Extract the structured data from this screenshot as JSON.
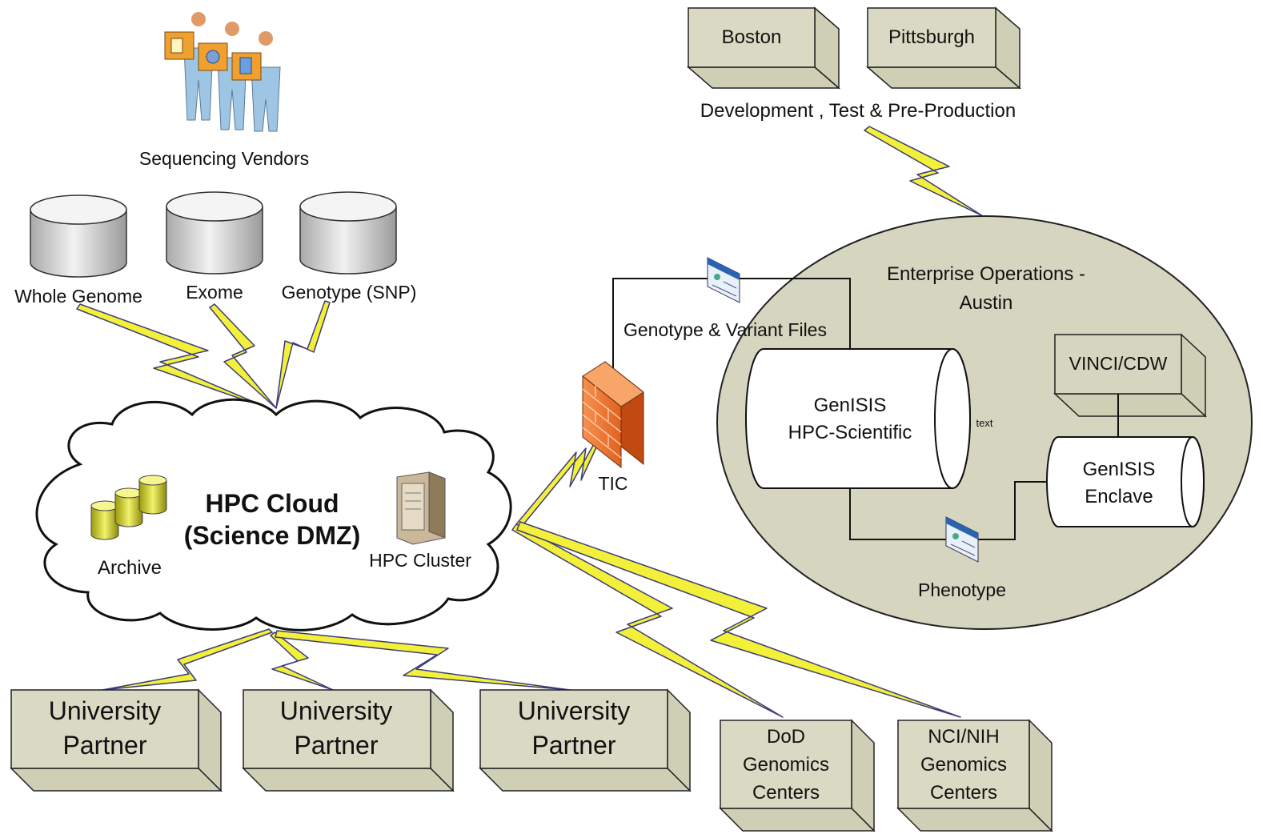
{
  "colors": {
    "box_fill": "#dadac4",
    "box_stroke": "#222222",
    "ellipse_fill": "#d6d5bf",
    "lightning_fill": "#f3f03a",
    "lightning_stroke": "#3c3c7a",
    "firewall": "#f0762d"
  },
  "sequencing": {
    "title": "Sequencing Vendors",
    "icon": "people-carrying-boxes-icon",
    "databases": [
      "Whole Genome",
      "Exome",
      "Genotype (SNP)"
    ]
  },
  "cloud": {
    "title_line1": "HPC Cloud",
    "title_line2": "(Science DMZ)",
    "archive": "Archive",
    "cluster": "HPC Cluster"
  },
  "firewall": {
    "label": "TIC",
    "icon": "firewall-icon"
  },
  "dev_sites": {
    "boxes": [
      "Boston",
      "Pittsburgh"
    ],
    "caption": "Development , Test & Pre-Production"
  },
  "enterprise": {
    "title_line1": "Enterprise Operations -",
    "title_line2": "Austin",
    "genotype_files": "Genotype & Variant Files",
    "hpc_scientific_line1": "GenISIS",
    "hpc_scientific_line2": "HPC-Scientific",
    "text_tag": "text",
    "vinci": "VINCI/CDW",
    "enclave_line1": "GenISIS",
    "enclave_line2": "Enclave",
    "phenotype": "Phenotype",
    "document_icon": "document-icon"
  },
  "partners": [
    {
      "line1": "University",
      "line2": "Partner"
    },
    {
      "line1": "University",
      "line2": "Partner"
    },
    {
      "line1": "University",
      "line2": "Partner"
    }
  ],
  "genomics_centers": [
    {
      "line1": "DoD",
      "line2": "Genomics",
      "line3": "Centers"
    },
    {
      "line1": "NCI/NIH",
      "line2": "Genomics",
      "line3": "Centers"
    }
  ]
}
